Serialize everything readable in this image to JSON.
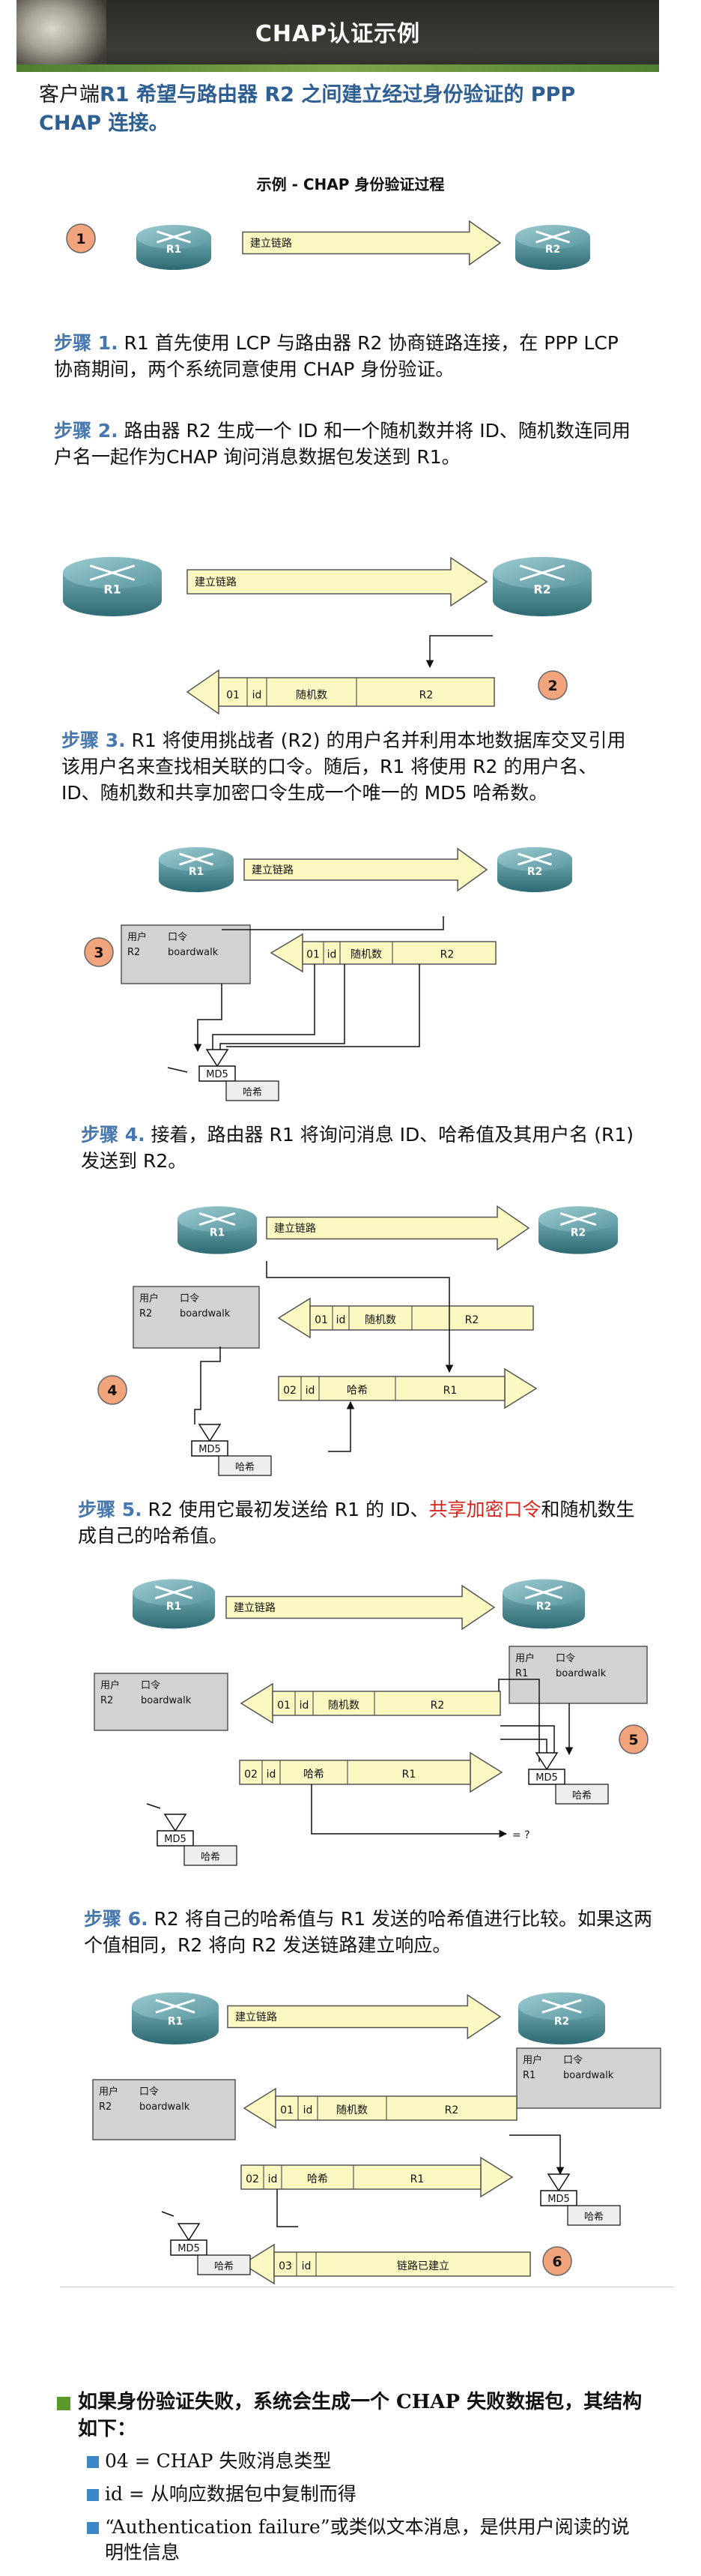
{
  "header": {
    "title": "CHAP认证示例"
  },
  "intro": {
    "prefix": "客户端",
    "text": "R1 希望与路由器 R2 之间建立经过身份验证的 PPP CHAP 连接。"
  },
  "caption": "示例 - CHAP 身份验证过程",
  "labels": {
    "r1": "R1",
    "r2": "R2",
    "link": "建立链路",
    "id": "id",
    "random": "随机数",
    "hash": "哈希",
    "md5": "MD5",
    "user": "用户",
    "password": "口令",
    "boardwalk": "boardwalk",
    "established": "链路已建立",
    "eq": "= ?",
    "code01": "01",
    "code02": "02",
    "code03": "03"
  },
  "step_numbers": [
    "1",
    "2",
    "3",
    "4",
    "5",
    "6"
  ],
  "steps": [
    {
      "label": "步骤 1.",
      "text": " R1 首先使用 LCP 与路由器 R2 协商链路连接，在 PPP LCP 协商期间，两个系统同意使用 CHAP 身份验证。"
    },
    {
      "label": "步骤 2.",
      "text": " 路由器 R2 生成一个 ID 和一个随机数并将 ID、随机数连同用户名一起作为CHAP 询问消息数据包发送到 R1。"
    },
    {
      "label": "步骤 3.",
      "text": " R1 将使用挑战者 (R2) 的用户名并利用本地数据库交叉引用该用户名来查找相关联的口令。随后，R1 将使用 R2 的用户名、ID、随机数和共享加密口令生成一个唯一的 MD5 哈希数。"
    },
    {
      "label": "步骤 4.",
      "text": " 接着，路由器 R1 将询问消息 ID、哈希值及其用户名 (R1) 发送到 R2。"
    },
    {
      "label": "步骤 5.",
      "text_a": " R2 使用它最初发送给 R1 的 ID、",
      "red": "共享加密口令",
      "text_b": "和随机数生成自己的哈希值。"
    },
    {
      "label": "步骤 6.",
      "text": " R2 将自己的哈希值与 R1 发送的哈希值进行比较。如果这两个值相同，R2 将向 R2 发送链路建立响应。"
    }
  ],
  "bullets": {
    "main": "如果身份验证失败，系统会生成一个 CHAP 失败数据包，其结构如下：",
    "items": [
      "04 = CHAP 失败消息类型",
      "id = 从响应数据包中复制而得",
      "“Authentication failure”或类似文本消息，是供用户阅读的说明性信息"
    ]
  },
  "colors": {
    "accent": "#4677ae",
    "arrow_fill": "#fbf8c2",
    "badge": "#f2a47d",
    "router": "#4c8b94"
  }
}
